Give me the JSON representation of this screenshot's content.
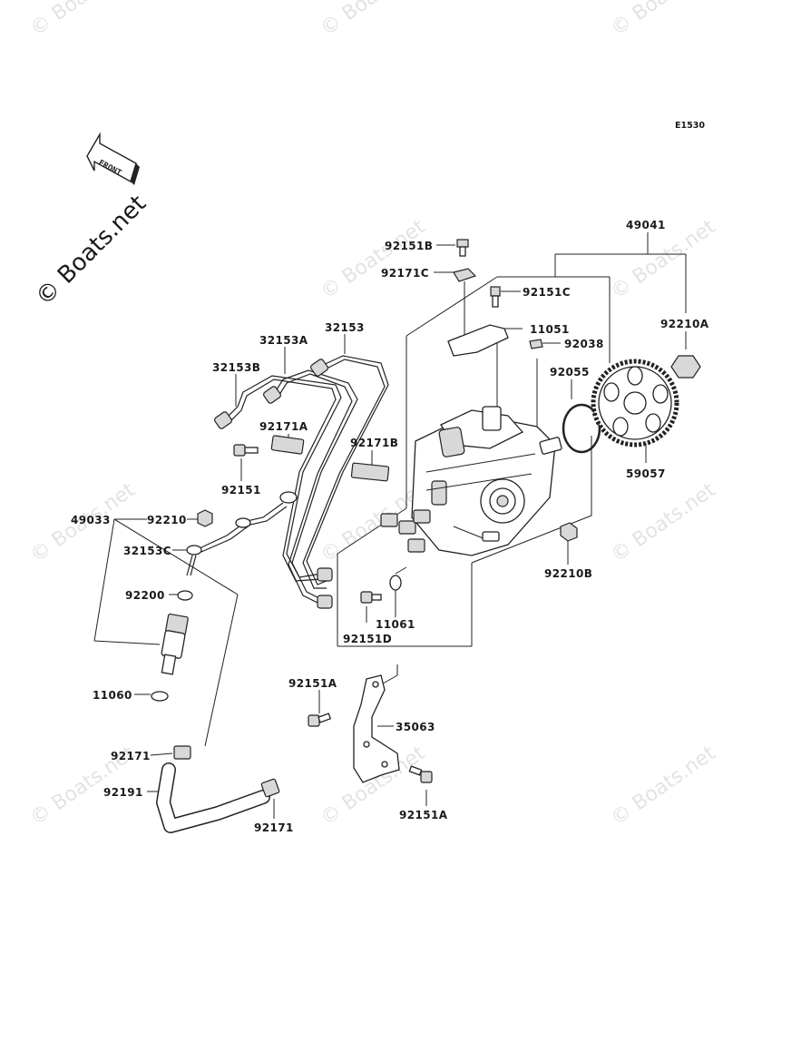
{
  "diagram": {
    "code": "E1530",
    "front_label": "FRONT",
    "watermark": "© Boats.net",
    "parts": [
      {
        "id": "p49041",
        "label": "49041"
      },
      {
        "id": "p92151B",
        "label": "92151B"
      },
      {
        "id": "p92171C",
        "label": "92171C"
      },
      {
        "id": "p92151C",
        "label": "92151C"
      },
      {
        "id": "p92210A",
        "label": "92210A"
      },
      {
        "id": "p32153",
        "label": "32153"
      },
      {
        "id": "p11051",
        "label": "11051"
      },
      {
        "id": "p32153A",
        "label": "32153A"
      },
      {
        "id": "p92038",
        "label": "92038"
      },
      {
        "id": "p32153B",
        "label": "32153B"
      },
      {
        "id": "p92055",
        "label": "92055"
      },
      {
        "id": "p92171A",
        "label": "92171A"
      },
      {
        "id": "p92171B",
        "label": "92171B"
      },
      {
        "id": "p59057",
        "label": "59057"
      },
      {
        "id": "p92151",
        "label": "92151"
      },
      {
        "id": "p49033",
        "label": "49033"
      },
      {
        "id": "p92210",
        "label": "92210"
      },
      {
        "id": "p32153C",
        "label": "32153C"
      },
      {
        "id": "p92210B",
        "label": "92210B"
      },
      {
        "id": "p92200",
        "label": "92200"
      },
      {
        "id": "p11061",
        "label": "11061"
      },
      {
        "id": "p92151D",
        "label": "92151D"
      },
      {
        "id": "p92151A_top",
        "label": "92151A"
      },
      {
        "id": "p11060",
        "label": "11060"
      },
      {
        "id": "p35063",
        "label": "35063"
      },
      {
        "id": "p92171_a",
        "label": "92171"
      },
      {
        "id": "p92191",
        "label": "92191"
      },
      {
        "id": "p92171_b",
        "label": "92171"
      },
      {
        "id": "p92151A_bot",
        "label": "92151A"
      }
    ]
  }
}
